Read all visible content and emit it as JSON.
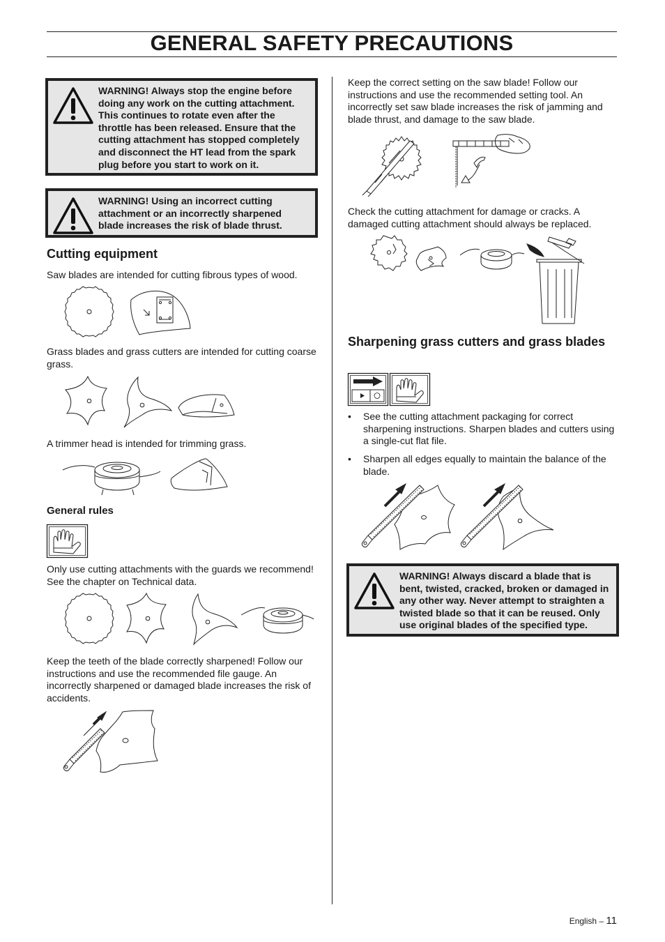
{
  "header": {
    "title": "GENERAL SAFETY PRECAUTIONS"
  },
  "left": {
    "warning1": "WARNING! Always stop the engine before doing any work on the cutting attachment. This continues to rotate even after the throttle has been released. Ensure that the cutting attachment has stopped completely and disconnect the HT lead from the spark plug before you start to work on it.",
    "warning2": "WARNING! Using an incorrect cutting attachment or an incorrectly sharpened blade increases the risk of blade thrust.",
    "cutting_equipment": {
      "heading": "Cutting equipment",
      "saw_text": "Saw blades are intended for cutting fibrous types of wood.",
      "grass_text": "Grass blades and grass cutters are intended for cutting coarse grass.",
      "trimmer_text": "A trimmer head is intended for trimming grass."
    },
    "general_rules": {
      "heading": "General rules",
      "guards_text": "Only use cutting attachments with the guards we recommend! See the chapter on Technical data.",
      "teeth_text": "Keep the teeth of the blade correctly sharpened! Follow our instructions and use the recommended file gauge. An incorrectly sharpened or damaged blade increases the risk of accidents."
    }
  },
  "right": {
    "setting_text": "Keep the correct setting on the saw blade! Follow our instructions and use the recommended setting tool. An incorrectly set saw blade increases the risk of jamming and blade thrust, and damage to the saw blade.",
    "damage_text": "Check the cutting attachment for damage or cracks. A damaged cutting attachment should always be replaced.",
    "sharpening": {
      "heading": "Sharpening grass cutters and grass blades",
      "bullets": [
        "See the cutting attachment packaging for correct sharpening instructions. Sharpen blades and cutters using a single-cut flat file.",
        "Sharpen all edges equally to maintain the balance of the blade."
      ]
    },
    "warning3": "WARNING! Always discard a blade that is bent, twisted, cracked, broken or damaged in any other way. Never attempt to straighten a twisted blade so that it can be reused. Only use original blades of the specified type."
  },
  "footer": {
    "language": "English",
    "dash": "–",
    "page": "11"
  }
}
